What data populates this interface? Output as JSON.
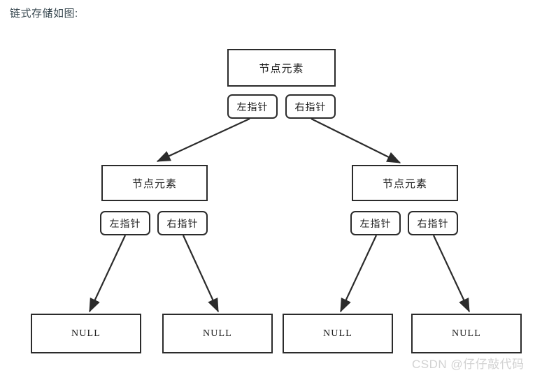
{
  "caption": "链式存储如图:",
  "colors": {
    "caption_text": "#37474f",
    "box_border": "#2b2b2b",
    "box_fill": "#ffffff",
    "arrow": "#2b2b2b",
    "watermark": "#d2d2d2",
    "background": "#ffffff"
  },
  "labels": {
    "node_element": "节点元素",
    "left_pointer": "左指针",
    "right_pointer": "右指针",
    "null": "NULL"
  },
  "tree": {
    "root": {
      "element": "节点元素",
      "left_pointer": "左指针",
      "right_pointer": "右指针"
    },
    "children": [
      {
        "element": "节点元素",
        "left_pointer": "左指针",
        "right_pointer": "右指针",
        "leaves": [
          "NULL",
          "NULL"
        ]
      },
      {
        "element": "节点元素",
        "left_pointer": "左指针",
        "right_pointer": "右指针",
        "leaves": [
          "NULL",
          "NULL"
        ]
      }
    ]
  },
  "watermark": "CSDN @仔仔敲代码"
}
